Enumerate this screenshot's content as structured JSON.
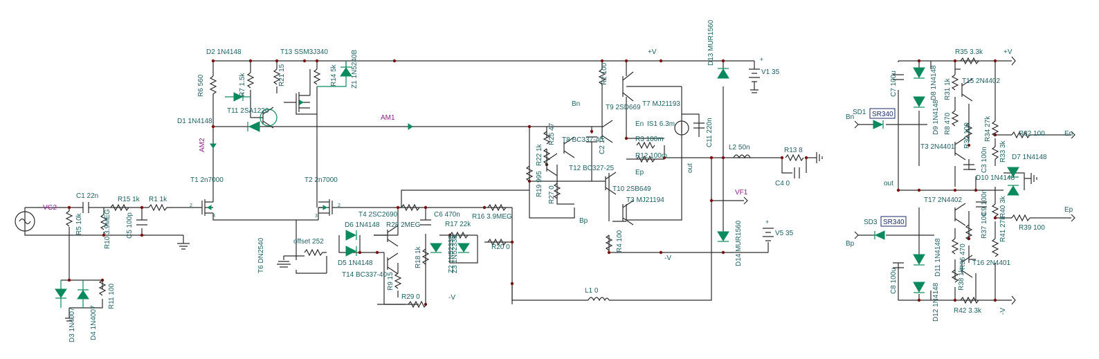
{
  "signals": {
    "vg2": "VG2",
    "am1": "AM1",
    "am2": "AM2",
    "vf1": "VF1"
  },
  "rails": {
    "pos_top": "+V",
    "neg_bot": "-V",
    "out": "out",
    "pos_right": "+V",
    "neg_right": "-V",
    "out_right": "out"
  },
  "nodes": {
    "bn": "Bn",
    "bp": "Bp",
    "en": "En",
    "ep": "Ep",
    "bn_r": "Bn",
    "bp_r": "Bp",
    "en_r": "En",
    "ep_r": "Ep"
  },
  "labels": {
    "C1": "C1 22n",
    "R5": "R5 10k",
    "R10": "R10 3.9MEG",
    "C5": "C5 100p",
    "R15": "R15 1k",
    "R1": "R1 1k",
    "D3": "D3 1N4007",
    "D4": "D4 1N4007",
    "R11": "R11 100",
    "T1": "T1 2n7000",
    "T2": "T2 2n7000",
    "D2": "D2 1N4148",
    "R6": "R6 560",
    "R7": "R7 1.5k",
    "R21": "R21 15",
    "T13": "T13 SSM3J340",
    "R14": "R14 5k",
    "Z1": "Z1 1N5240B",
    "D1": "D1 1N4148",
    "T11": "T11 2SA1220",
    "T6": "T6 DN2540",
    "offset": "offset 252",
    "D6": "D6 1N4148",
    "D5": "D5 1N4148",
    "T4": "T4 2SC2690",
    "T14": "T14 BC337-40",
    "R28": "R28 2MEG",
    "R18": "R18 1k",
    "R9": "R9 15",
    "R29": "R29 0",
    "C6": "C6 470n",
    "R17": "R17 22k",
    "Z2": "Z2 1N5233B",
    "Z3": "Z3 1N5233B",
    "R16": "R16 3.9MEG",
    "R20": "R20 0",
    "R19": "R19 995",
    "R22": "R22 1k",
    "R25": "R25 47",
    "T8": "T8 BC337-40",
    "R27": "R27 0",
    "T12": "T12 BC327-25",
    "C2": "C2 1n",
    "R2": "R2 100",
    "T9": "T9 2SD669",
    "T7": "T7 MJ21193",
    "IS1": "IS1 6.3m",
    "C11": "C11 220n",
    "R3": "R3 100m",
    "R12": "R12 100m",
    "T10": "T10 2SB649",
    "T3b": "T3 MJ21194",
    "R4": "R4 100",
    "D13": "D13 MUR1560",
    "D14": "D14 MUR1560",
    "V1": "V1 35",
    "V5": "V5 35",
    "L2": "L2 50n",
    "R13": "R13 8",
    "C4": "C4 0",
    "L1": "L1 0",
    "R35": "R35 3.3k",
    "C7": "C7 100u",
    "D8": "D8 1N4148",
    "R31": "R31 1k",
    "T15": "T15 2N4402",
    "D9": "D9 1N4148",
    "R8": "R8 470",
    "R30": "R30 100",
    "R34": "R34 27k",
    "R32": "R32 100",
    "R33": "R33 3k",
    "T3": "T3 2N4401",
    "C3": "C3 100n",
    "D7": "D7 1N4148",
    "D10": "D10 1N4148",
    "T17": "T17 2N4402",
    "C9": "C9 100n",
    "R40": "R40 3k",
    "R37": "R37 100",
    "R41": "R41 27k",
    "R39": "R39 100",
    "R36": "R36 470",
    "D11": "D11 1N4148",
    "T16": "T16 2N4401",
    "R38": "R38 1k",
    "C8": "C8 100u",
    "D12": "D12 1N4148",
    "R42": "R42 3.3k"
  },
  "boxes": {
    "sd1": "SD1",
    "sd1_part": "SR340",
    "sd3": "SD3",
    "sd3_part": "SR340"
  },
  "pins": {
    "p2a": "2",
    "p3a": "3",
    "p2b": "2",
    "p3b": "3"
  },
  "colors": {
    "wire": "#2a2a2a",
    "component": "#0b8a5e",
    "label": "#1c5f63",
    "signal": "#8a1f8a",
    "junction": "#7a1010"
  }
}
